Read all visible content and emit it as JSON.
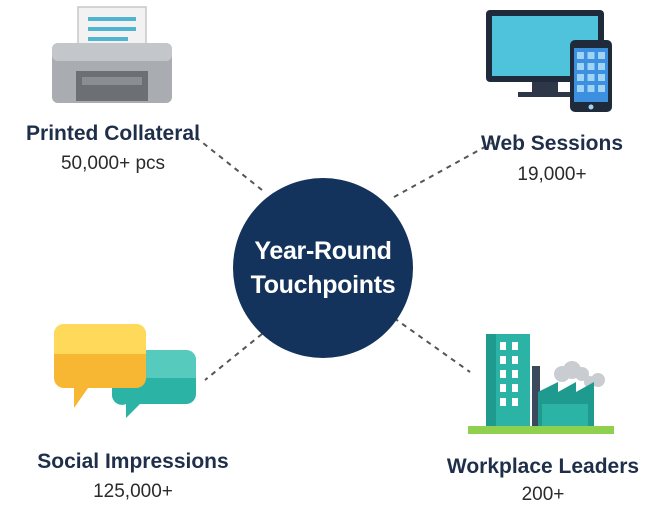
{
  "hub": {
    "line1": "Year-Round",
    "line2": "Touchpoints",
    "color": "#13335c"
  },
  "nodes": [
    {
      "title": "Printed Collateral",
      "value": "50,000+ pcs",
      "icon": "printer-icon"
    },
    {
      "title": "Web Sessions",
      "value": "19,000+",
      "icon": "computer-and-phone-icon"
    },
    {
      "title": "Social Impressions",
      "value": "125,000+",
      "icon": "speech-bubbles-icon"
    },
    {
      "title": "Workplace Leaders",
      "value": "200+",
      "icon": "office-buildings-icon"
    }
  ]
}
